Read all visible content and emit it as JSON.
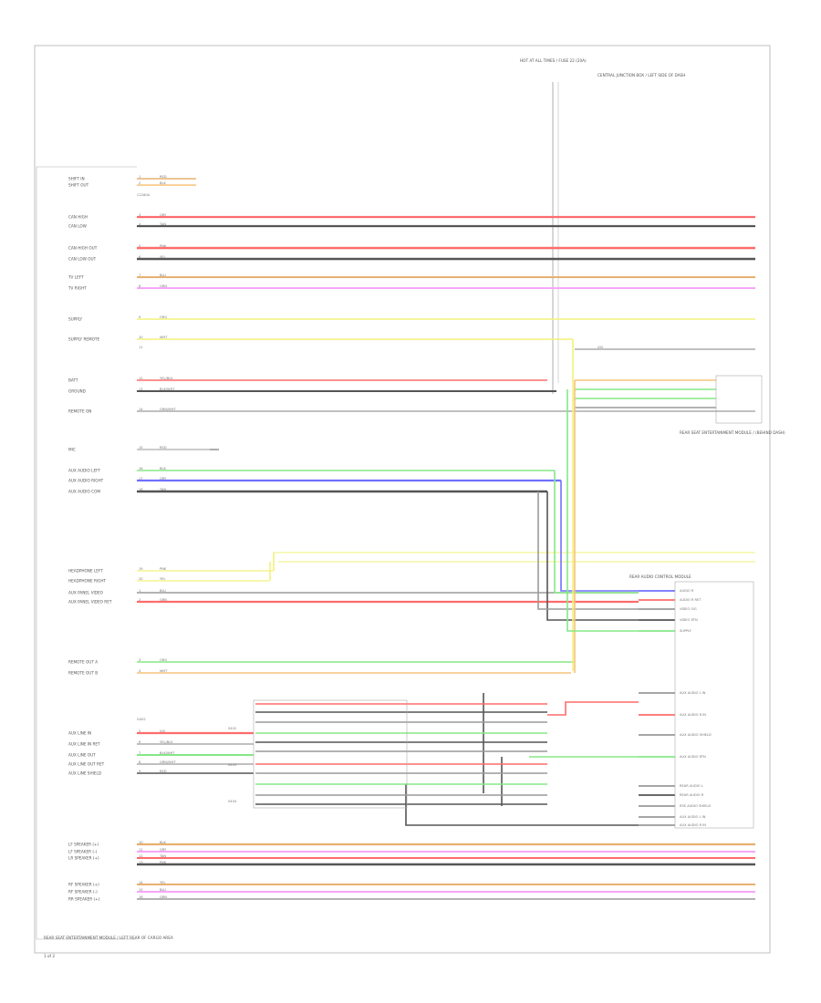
{
  "colors": {
    "red": "#ff6b6b",
    "black": "#555555",
    "tan": "#e8b070",
    "pink": "#f7a6f7",
    "yellow": "#f2f27a",
    "blue": "#7070ff",
    "green": "#86e886",
    "gray": "#9a9a9a",
    "orange": "#f5c27a",
    "frame": "#9a9a9a"
  },
  "diagram": {
    "footer_note": "REAR SEAT ENTERTAINMENT MODULE / LEFT REAR OF CARGO AREA",
    "footer_code": "1 of 2",
    "top_source_label": "HOT AT ALL TIMES / FUSE 22 (20A)",
    "top_source_note": "CENTRAL JUNCTION BOX / LEFT SIDE OF DASH",
    "right_module_label": "REAR AUDIO CONTROL MODULE",
    "right_module2_label": "REAR SEAT ENTERTAINMENT MODULE / (BEHIND DASH)",
    "module_pin_labels": [
      "AUDIO R",
      "AUDIO R RET",
      "VIDEO SIG",
      "VIDEO RTN",
      "SUPPLY"
    ],
    "audio_out_labels": [
      "AUX AUDIO L IN",
      "AUX AUDIO R IN",
      "AUX AUDIO SHIELD",
      "AUX AUDIO RTN",
      "REAR AUDIO L",
      "REAR AUDIO R",
      "RSE AUDIO SHIELD"
    ],
    "left_labels": [
      "SHIFT IN",
      "SHIFT OUT",
      "CAN HIGH",
      "CAN LOW",
      "CAN HIGH OUT",
      "CAN LOW OUT",
      "TV LEFT",
      "TV RIGHT",
      "SUPPLY",
      "SUPPLY REMOTE",
      "BATT",
      "GROUND",
      "REMOTE ON",
      "MIC",
      "AUX AUDIO LEFT",
      "AUX AUDIO RIGHT",
      "AUX AUDIO COM",
      "HEADPHONE LEFT",
      "HEADPHONE RIGHT",
      "AUX PANEL VIDEO",
      "AUX PANEL VIDEO RET",
      "REMOTE OUT A",
      "REMOTE OUT B",
      "AUX LINE IN",
      "AUX LINE IN RET",
      "AUX LINE OUT",
      "AUX LINE OUT RET",
      "AUX LINE SHIELD",
      "LF SPEAKER (+)",
      "LF SPEAKER (-)",
      "LR SPEAKER (+)",
      "RF SPEAKER (+)",
      "RF SPEAKER (-)",
      "RR SPEAKER (+)"
    ],
    "wire_codes": [
      "RED",
      "BLK",
      "GRY",
      "TAN",
      "PNK",
      "YEL",
      "BLU",
      "GRN",
      "ORG",
      "WHT",
      "VIO",
      "YEL/BLK",
      "BLK/WHT",
      "GRN/WHT"
    ],
    "connector_label": "C2280A",
    "ground_label": "G402",
    "splice_labels": [
      "S402",
      "S403",
      "S404"
    ]
  }
}
